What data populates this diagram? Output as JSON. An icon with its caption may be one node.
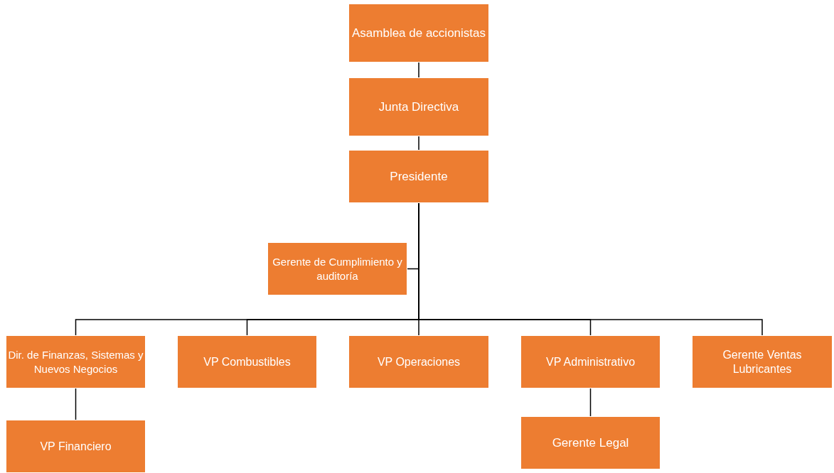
{
  "diagram": {
    "nodes": [
      {
        "text": [
          "Asamblea de accionistas"
        ]
      },
      {
        "text": [
          "Junta Directiva"
        ]
      },
      {
        "text": [
          "Presidente"
        ]
      },
      {
        "text": [
          "Gerente de Cumplimiento y auditoría"
        ]
      },
      {
        "text": [
          "Dir. de Finanzas, Sistemas y Nuevos Negocios"
        ]
      },
      {
        "text": [
          "VP Combustibles"
        ]
      },
      {
        "text": [
          "VP Operaciones"
        ]
      },
      {
        "text": [
          "VP Administrativo"
        ]
      },
      {
        "text": [
          "Gerente Ventas Lubricantes"
        ]
      },
      {
        "text": [
          "VP Financiero"
        ]
      },
      {
        "text": [
          "Gerente Legal"
        ]
      }
    ],
    "edges": [
      {
        "from": 0,
        "to": 1,
        "arrow": "none"
      },
      {
        "from": 1,
        "to": 2,
        "arrow": "none"
      },
      {
        "from": 2,
        "to": 3,
        "arrow": "none"
      },
      {
        "from": 2,
        "to": 4,
        "arrow": "none"
      },
      {
        "from": 2,
        "to": 5,
        "arrow": "none"
      },
      {
        "from": 2,
        "to": 6,
        "arrow": "none"
      },
      {
        "from": 2,
        "to": 7,
        "arrow": "none"
      },
      {
        "from": 2,
        "to": 8,
        "arrow": "none"
      },
      {
        "from": 4,
        "to": 9,
        "arrow": "none"
      },
      {
        "from": 7,
        "to": 10,
        "arrow": "none"
      }
    ]
  }
}
